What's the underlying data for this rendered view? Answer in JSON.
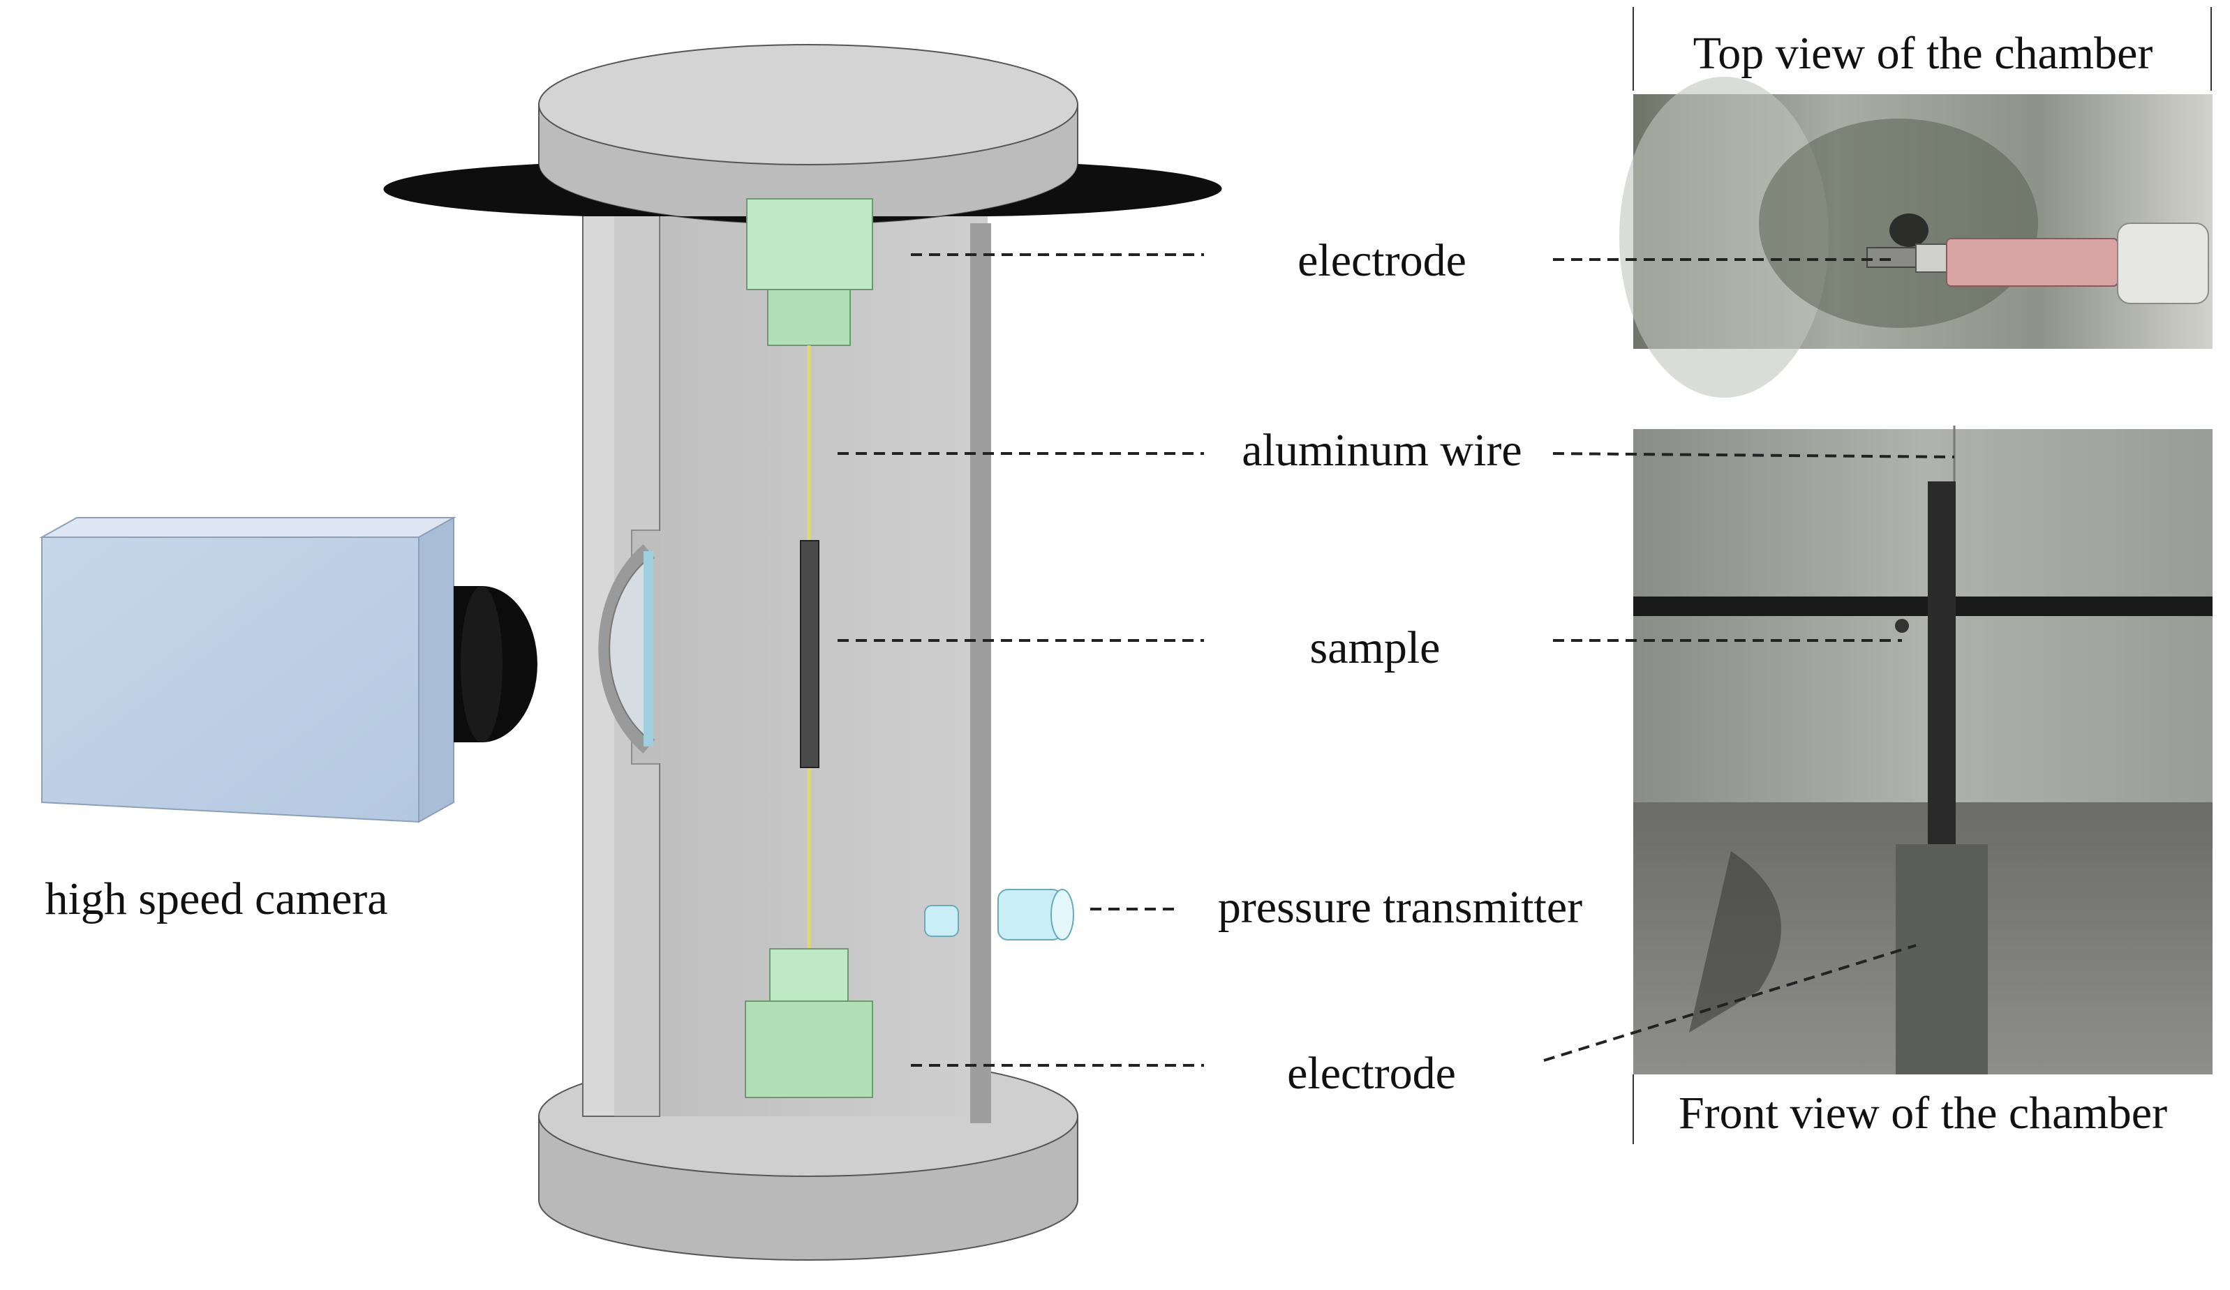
{
  "labels": {
    "top_view": "Top view of the chamber",
    "front_view": "Front view of the chamber",
    "electrode_top": "electrode",
    "aluminum_wire": "aluminum wire",
    "sample": "sample",
    "pressure_transmitter": "pressure transmitter",
    "electrode_bottom": "electrode",
    "camera": "high speed camera"
  },
  "colors": {
    "chamber_gray": "#c4c4c4",
    "electrode_green": "#bfe8c4",
    "camera_blue": "#c9d9ec",
    "window_blue": "#aad6e4",
    "wire_yellow": "#e8e07a",
    "sample_dark": "#4a4a4a"
  }
}
